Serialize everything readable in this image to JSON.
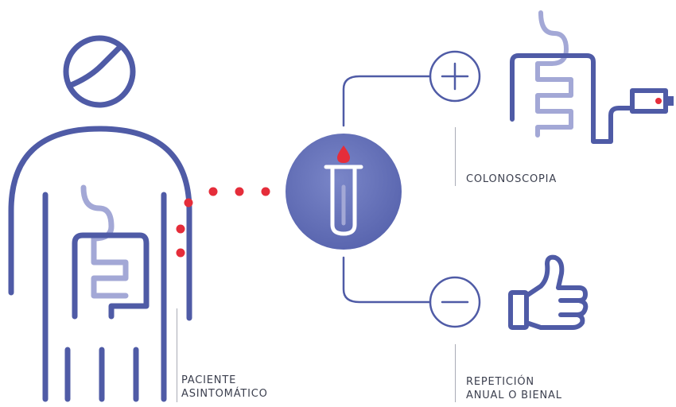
{
  "labels": {
    "patient": [
      "PACIENTE",
      "ASINTOMÁTICO"
    ],
    "positive_outcome": [
      "COLONOSCOPIA"
    ],
    "negative_outcome": [
      "REPETICIÓN",
      "ANUAL O BIENAL"
    ]
  },
  "icons": {
    "person": "person-outline-icon",
    "intestine": "intestine-icon",
    "test_tube": "blood-test-tube-icon",
    "positive": "plus-circle-icon",
    "negative": "minus-circle-icon",
    "colonoscope": "colonoscope-icon",
    "thumbs_up": "thumbs-up-icon"
  },
  "colors": {
    "primary": "#4f5ba6",
    "intestine": "#a3a8d6",
    "blood": "#e52d3a",
    "circle_fill": "#6572b9",
    "rule": "#a9acb6",
    "text": "#3b3f4e"
  }
}
